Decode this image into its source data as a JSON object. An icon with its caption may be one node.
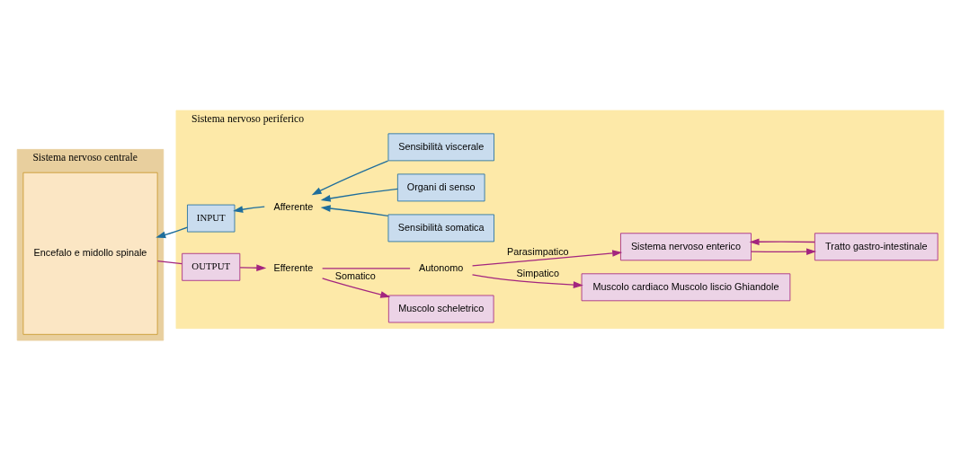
{
  "diagram": {
    "nodes": [
      {
        "text": [
          "Sistema nervoso centrale"
        ]
      },
      {
        "text": [
          "Sistema nervoso periferico"
        ]
      },
      {
        "text": [
          "Encefalo e midollo spinale"
        ],
        "in": 0
      },
      {
        "text": [
          "INPUT"
        ],
        "in": 1
      },
      {
        "text": [
          "Afferente"
        ],
        "in": 1
      },
      {
        "text": [
          "Sensibilità somatica"
        ],
        "in": 1
      },
      {
        "text": [
          "Organi di senso"
        ],
        "in": 1
      },
      {
        "text": [
          "Sensibilità viscerale"
        ],
        "in": 1
      },
      {
        "text": [
          "OUTPUT"
        ],
        "in": 1
      },
      {
        "text": [
          "Efferente"
        ],
        "in": 1
      },
      {
        "text": [
          "Muscolo scheletrico"
        ],
        "in": 1
      },
      {
        "text": [
          "Autonomo"
        ],
        "in": 1
      },
      {
        "text": [
          "Muscolo cardiaco Muscolo liscio Ghiandole"
        ],
        "in": 1
      },
      {
        "text": [
          "Sistema nervoso enterico"
        ],
        "in": 1
      },
      {
        "text": [
          "Tratto gastro-intestinale"
        ],
        "in": 1
      }
    ],
    "edges": [
      {
        "from": 5,
        "to": 4,
        "arrow": "to",
        "color": "#1f6e9c"
      },
      {
        "from": 6,
        "to": 4,
        "arrow": "to",
        "color": "#1f6e9c"
      },
      {
        "from": 7,
        "to": 4,
        "arrow": "to",
        "color": "#1f6e9c"
      },
      {
        "from": 4,
        "to": 3,
        "arrow": "to",
        "color": "#1f6e9c"
      },
      {
        "from": 3,
        "to": 2,
        "arrow": "to",
        "color": "#1f6e9c"
      },
      {
        "from": 2,
        "to": 8,
        "arrow": "none",
        "color": "#a3257f"
      },
      {
        "from": 8,
        "to": 9,
        "arrow": "to",
        "color": "#a3257f"
      },
      {
        "from": 9,
        "to": 10,
        "arrow": "to",
        "label": "Somatico",
        "color": "#a3257f"
      },
      {
        "from": 9,
        "to": 11,
        "arrow": "none",
        "color": "#a3257f"
      },
      {
        "from": 11,
        "to": 12,
        "arrow": "to",
        "label": "Simpatico",
        "color": "#a3257f"
      },
      {
        "from": 11,
        "to": 13,
        "arrow": "to",
        "label": "Parasimpatico",
        "color": "#a3257f"
      },
      {
        "from": 13,
        "to": 14,
        "arrow": "to",
        "color": "#a3257f"
      },
      {
        "from": 14,
        "to": 13,
        "arrow": "to",
        "color": "#a3257f"
      }
    ]
  }
}
